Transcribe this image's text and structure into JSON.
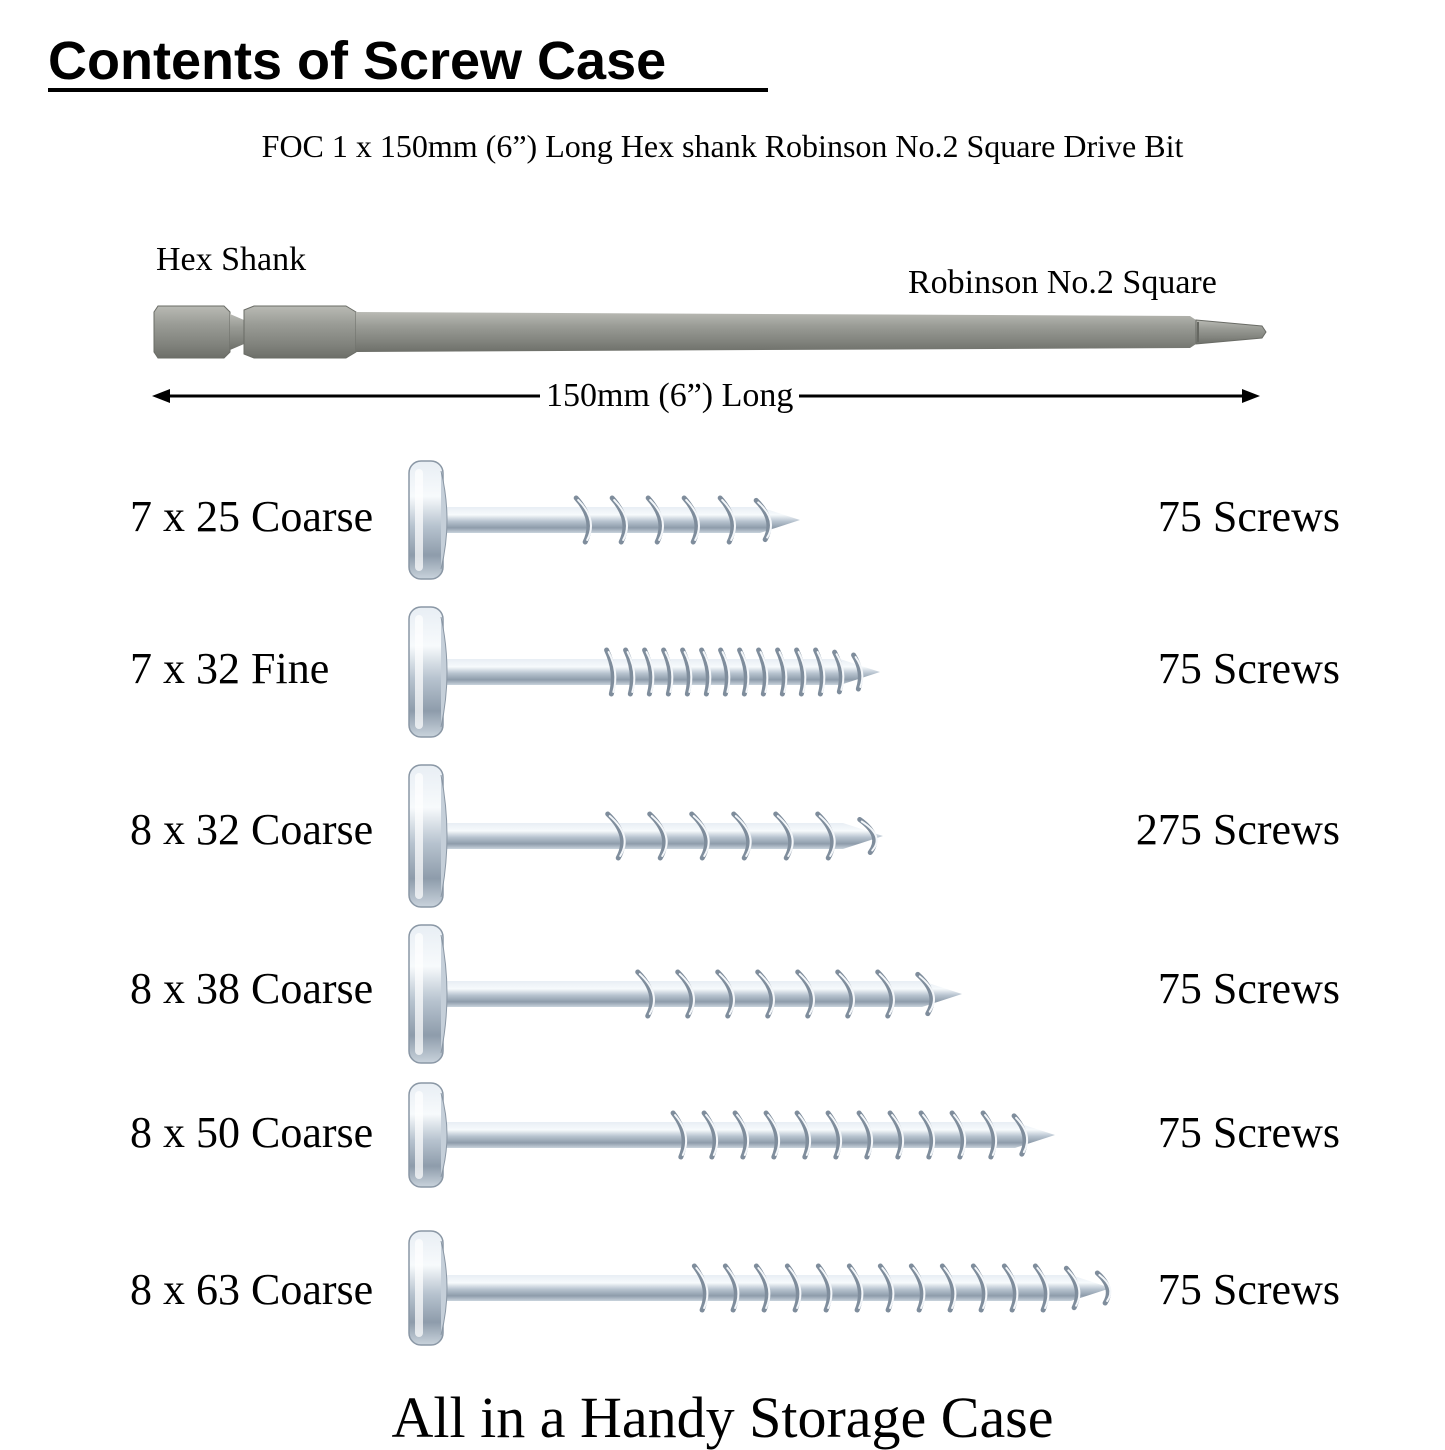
{
  "header": {
    "title": "Contents of Screw Case",
    "subtitle": "FOC 1 x 150mm (6”) Long Hex shank Robinson No.2 Square Drive Bit"
  },
  "drive_bit": {
    "hex_label": "Hex Shank",
    "tip_label": "Robinson No.2 Square",
    "length_label": "150mm (6”) Long",
    "color": "#8e908a"
  },
  "screws": [
    {
      "size": "7 x 25 Coarse",
      "count": "75 Screws",
      "thread": "coarse",
      "length_mm": 25
    },
    {
      "size": "7 x 32 Fine",
      "count": "75 Screws",
      "thread": "fine",
      "length_mm": 32
    },
    {
      "size": "8 x 32 Coarse",
      "count": "275 Screws",
      "thread": "coarse",
      "length_mm": 32
    },
    {
      "size": "8 x 38 Coarse",
      "count": "75 Screws",
      "thread": "coarse",
      "length_mm": 38
    },
    {
      "size": "8 x 50 Coarse",
      "count": "75 Screws",
      "thread": "coarse",
      "length_mm": 50
    },
    {
      "size": "8 x 63 Coarse",
      "count": "75 Screws",
      "thread": "coarse",
      "length_mm": 63
    }
  ],
  "footer": {
    "text": "All in a Handy Storage Case"
  }
}
